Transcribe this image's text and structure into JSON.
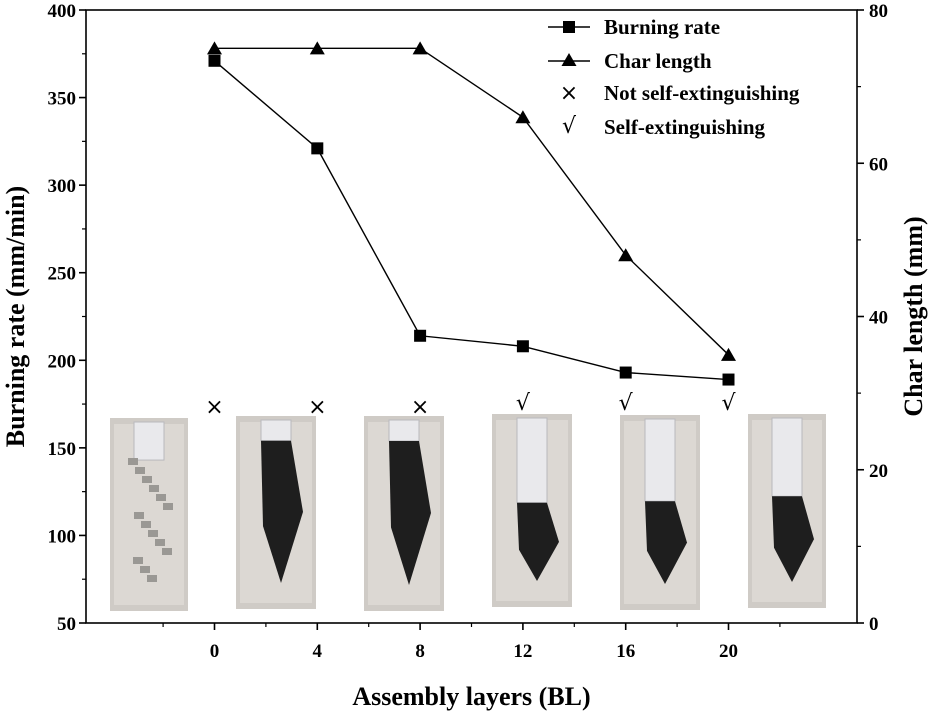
{
  "chart_data": {
    "type": "line",
    "xlabel": "Assembly layers (BL)",
    "ylabel": "Burning rate (mm/min)",
    "y2label": "Char length (mm)",
    "x": [
      0,
      4,
      8,
      12,
      16,
      20
    ],
    "xticks": [
      "0",
      "4",
      "8",
      "12",
      "16",
      "20"
    ],
    "ylim": [
      50,
      400
    ],
    "yticks": [
      "50",
      "100",
      "150",
      "200",
      "250",
      "300",
      "350",
      "400"
    ],
    "y2lim": [
      0,
      80
    ],
    "y2ticks": [
      "0",
      "20",
      "40",
      "60",
      "80"
    ],
    "grid": false,
    "legend_position": "top-right",
    "series": [
      {
        "name": "Burning rate",
        "axis": "left",
        "marker": "square",
        "values": [
          371,
          321,
          214,
          208,
          193,
          189
        ]
      },
      {
        "name": "Char length",
        "axis": "right",
        "marker": "triangle",
        "values": [
          75,
          75,
          75,
          66,
          48,
          35
        ]
      }
    ],
    "extinguish_legend": [
      {
        "symbol": "×",
        "label": "Not self-extinguishing"
      },
      {
        "symbol": "√",
        "label": "Self-extinguishing"
      }
    ],
    "extinguish_marks": [
      "×",
      "×",
      "×",
      "√",
      "√",
      "√"
    ]
  }
}
